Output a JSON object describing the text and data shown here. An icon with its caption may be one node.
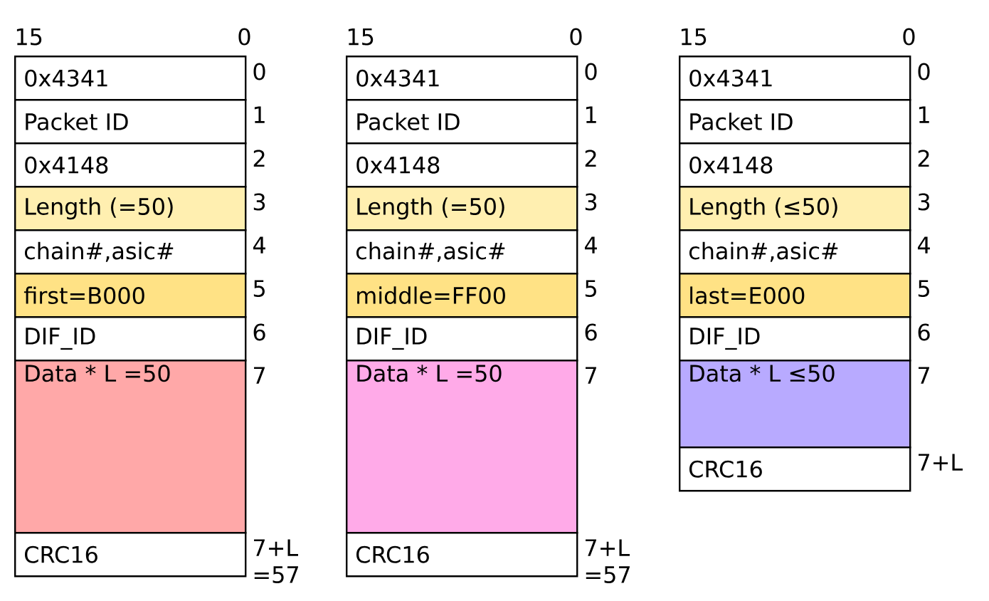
{
  "diagram": {
    "nodes": [
      {
        "text": [
          "0x4341"
        ],
        "beside": [
          "0"
        ]
      },
      {
        "text": [
          "Packet ID"
        ],
        "beside": [
          "1"
        ]
      },
      {
        "text": [
          "0x4148"
        ],
        "beside": [
          "2"
        ]
      },
      {
        "text": [
          "Length (=50)"
        ],
        "beside": [
          "3"
        ]
      },
      {
        "text": [
          "chain#,asic#"
        ],
        "beside": [
          "4"
        ]
      },
      {
        "text": [
          "first=B000"
        ],
        "beside": [
          "5"
        ]
      },
      {
        "text": [
          "DIF_ID"
        ],
        "beside": [
          "6"
        ]
      },
      {
        "text": [
          "Data * L =50"
        ],
        "beside": [
          "7"
        ]
      },
      {
        "text": [
          "CRC16"
        ],
        "beside": [
          "7+L =57"
        ]
      },
      {
        "text": [
          "0x4341"
        ],
        "beside": [
          "0"
        ]
      },
      {
        "text": [
          "Packet ID"
        ],
        "beside": [
          "1"
        ]
      },
      {
        "text": [
          "0x4148"
        ],
        "beside": [
          "2"
        ]
      },
      {
        "text": [
          "Length (=50)"
        ],
        "beside": [
          "3"
        ]
      },
      {
        "text": [
          "chain#,asic#"
        ],
        "beside": [
          "4"
        ]
      },
      {
        "text": [
          "middle=FF00"
        ],
        "beside": [
          "5"
        ]
      },
      {
        "text": [
          "DIF_ID"
        ],
        "beside": [
          "6"
        ]
      },
      {
        "text": [
          "Data * L =50"
        ],
        "beside": [
          "7"
        ]
      },
      {
        "text": [
          "CRC16"
        ],
        "beside": [
          "7+L =57"
        ]
      },
      {
        "text": [
          "0x4341"
        ],
        "beside": [
          "0"
        ]
      },
      {
        "text": [
          "Packet ID"
        ],
        "beside": [
          "1"
        ]
      },
      {
        "text": [
          "0x4148"
        ],
        "beside": [
          "2"
        ]
      },
      {
        "text": [
          "Length (≤50)"
        ],
        "beside": [
          "3"
        ]
      },
      {
        "text": [
          "chain#,asic#"
        ],
        "beside": [
          "4"
        ]
      },
      {
        "text": [
          "last=E000"
        ],
        "beside": [
          "5"
        ]
      },
      {
        "text": [
          "DIF_ID"
        ],
        "beside": [
          "6"
        ]
      },
      {
        "text": [
          "Data * L ≤50"
        ],
        "beside": [
          "7"
        ]
      },
      {
        "text": [
          "CRC16"
        ],
        "beside": [
          "7+L"
        ]
      }
    ],
    "labels": [
      "15",
      "0",
      "15",
      "0",
      "15",
      "0"
    ]
  }
}
